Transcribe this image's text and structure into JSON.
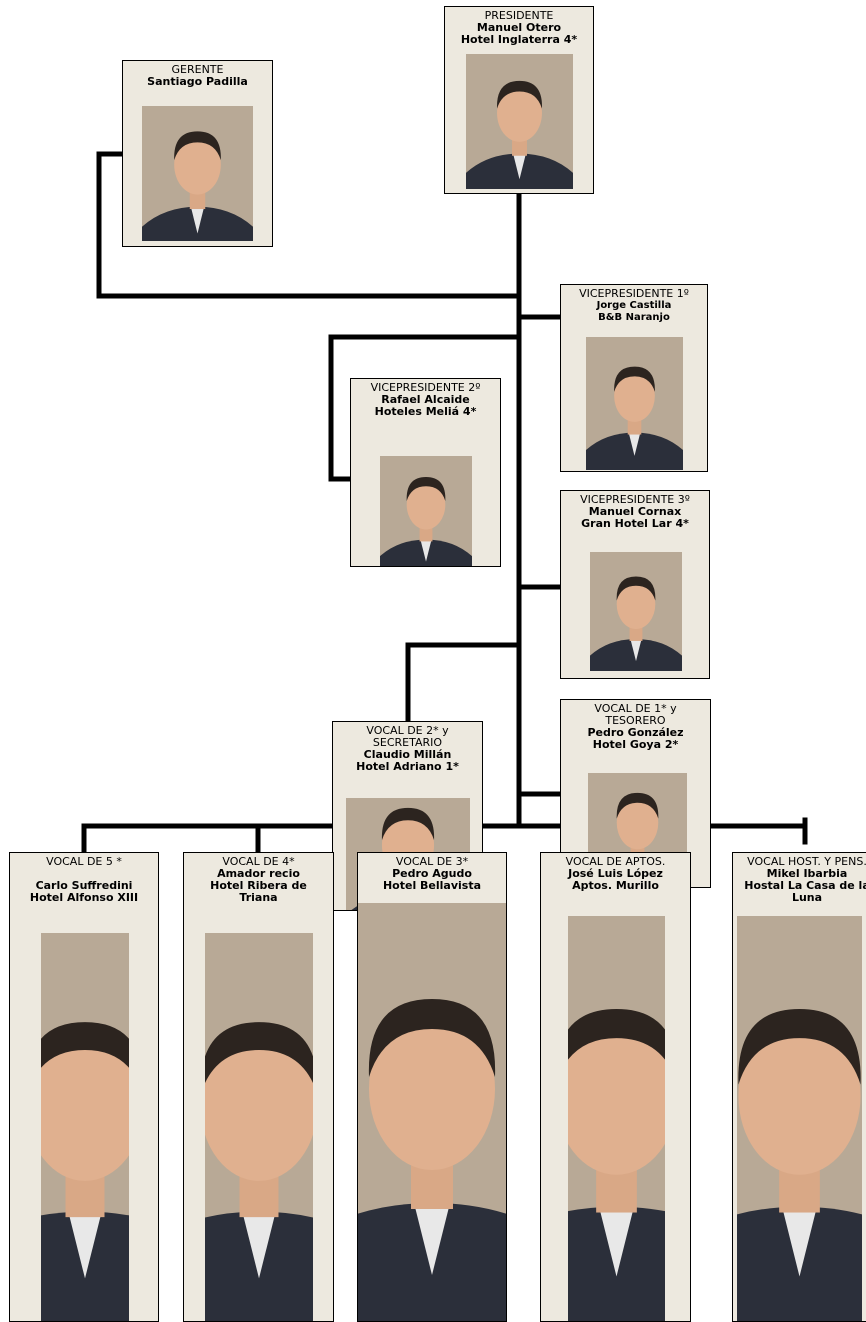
{
  "colors": {
    "box_bg": "#ede9df",
    "line": "#000000"
  },
  "people": {
    "presidente": {
      "role": "PRESIDENTE",
      "name": "Manuel Otero",
      "hotel": "Hotel Inglaterra 4*"
    },
    "gerente": {
      "role": "GERENTE",
      "name": "Santiago Padilla",
      "hotel": ""
    },
    "vp1": {
      "role": "VICEPRESIDENTE 1º",
      "name": "Jorge Castilla",
      "hotel": "B&B Naranjo"
    },
    "vp2": {
      "role": "VICEPRESIDENTE 2º",
      "name": "Rafael Alcaide",
      "hotel": "Hoteles Meliá 4*"
    },
    "vp3": {
      "role": "VICEPRESIDENTE 3º",
      "name": "Manuel Cornax",
      "hotel": "Gran Hotel Lar 4*"
    },
    "vocal2_secretario": {
      "role": "VOCAL DE 2* y SECRETARIO",
      "name": "Claudio Millán",
      "hotel": "Hotel Adriano 1*"
    },
    "vocal1_tesorero": {
      "role": "VOCAL DE 1* y TESORERO",
      "name": "Pedro González",
      "hotel": "Hotel Goya 2*"
    },
    "vocal5": {
      "role": "VOCAL DE 5 *",
      "name": "Carlo Suffredini",
      "hotel": "Hotel Alfonso XIII"
    },
    "vocal4": {
      "role": "VOCAL DE 4*",
      "name": "Amador recio",
      "hotel": "Hotel Ribera de Triana"
    },
    "vocal3": {
      "role": "VOCAL DE 3*",
      "name": "Pedro Agudo",
      "hotel": "Hotel Bellavista"
    },
    "vocal_aptos": {
      "role": "VOCAL DE APTOS.",
      "name": "José Luis López",
      "hotel": "Aptos. Murillo"
    },
    "vocal_hostales": {
      "role": "VOCAL HOST. Y PENS.",
      "name": "Mikel Ibarbia",
      "hotel": "Hostal La Casa de la Luna"
    }
  }
}
